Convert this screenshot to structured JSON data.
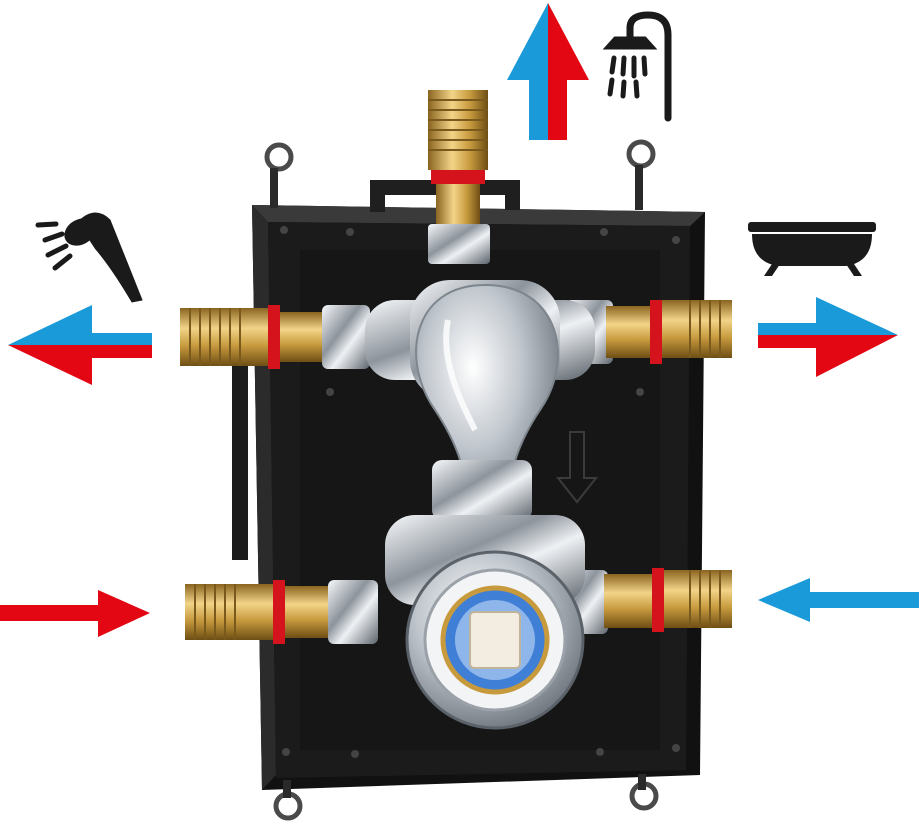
{
  "image": {
    "subject": "",
    "background": "#ffffff"
  },
  "colors": {
    "hot": "#e30613",
    "cold": "#1a9ad9",
    "housing": "#141414",
    "brass": "#c9a04a",
    "chrome": "#d9dde2",
    "icon": "#1a1a1a"
  },
  "icons": {
    "top": "overhead-shower-icon",
    "left": "hand-shower-icon",
    "right": "bathtub-icon"
  },
  "flows": {
    "top_outlet": "mixed-out",
    "left_outlet": "mixed-out",
    "right_outlet": "mixed-out",
    "hot_inlet": "hot-in",
    "cold_inlet": "cold-in"
  }
}
